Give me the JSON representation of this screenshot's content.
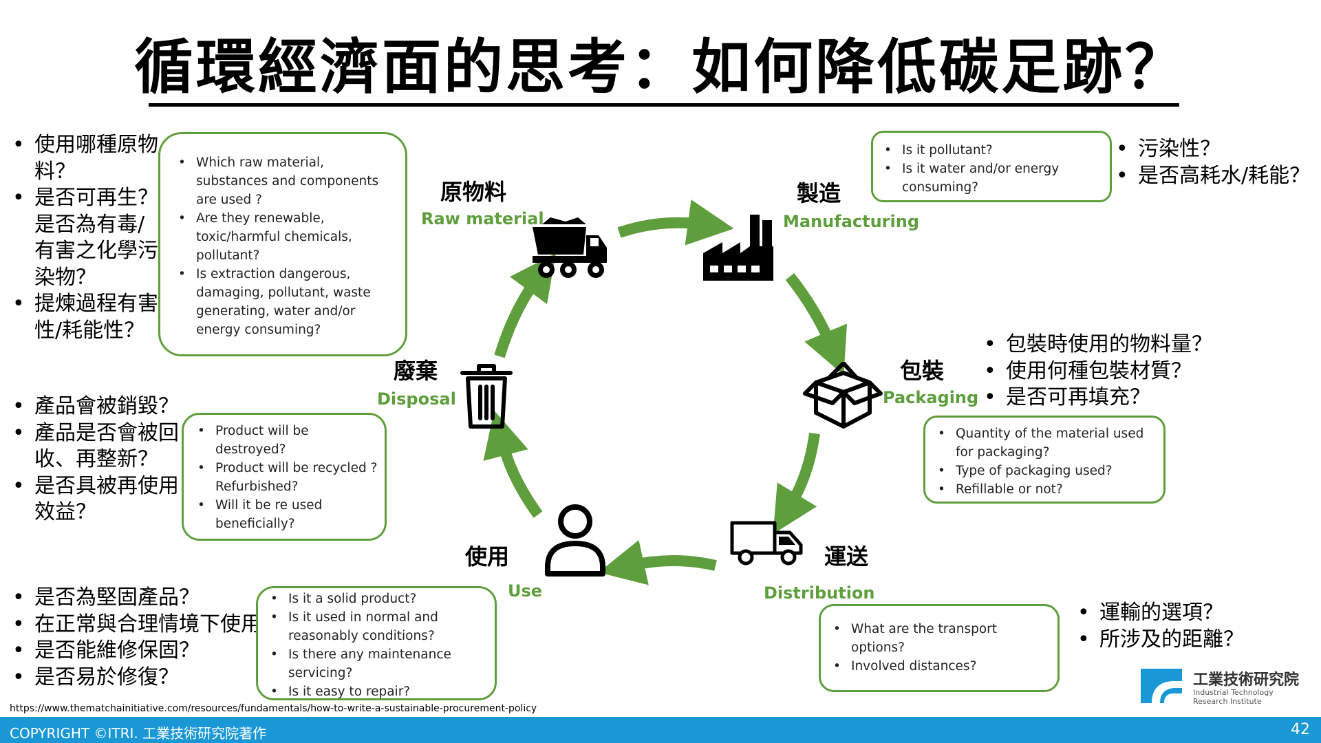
{
  "title": "循環經濟面的思考：如何降低碳足跡？",
  "stages": {
    "raw": {
      "cn": "原物料",
      "en": "Raw material"
    },
    "manufacturing": {
      "cn": "製造",
      "en": "Manufacturing"
    },
    "packaging": {
      "cn": "包裝",
      "en": "Packaging"
    },
    "distribution": {
      "cn": "運送",
      "en": "Distribution"
    },
    "use": {
      "cn": "使用",
      "en": "Use"
    },
    "disposal": {
      "cn": "廢棄",
      "en": "Disposal"
    }
  },
  "raw_cn": [
    "使用哪種原物料？",
    "是否可再生？是否為有毒/有害之化學污染物？",
    "提煉過程有害性/耗能性？"
  ],
  "raw_en": [
    "Which raw material, substances and components are used ?",
    "Are they renewable, toxic/harmful chemicals, pollutant?",
    "Is extraction dangerous, damaging, pollutant, waste generating, water and/or energy consuming?"
  ],
  "mfg_en": [
    "Is it pollutant?",
    "Is it water and/or energy consuming?"
  ],
  "mfg_cn": [
    "污染性？",
    "是否高耗水/耗能？"
  ],
  "pack_cn": [
    "包裝時使用的物料量？",
    "使用何種包裝材質？",
    "是否可再填充？"
  ],
  "pack_en": [
    "Quantity of the material used for packaging?",
    "Type of packaging used?",
    "Refillable or not?"
  ],
  "dist_en": [
    "What are the transport options?",
    "Involved distances?"
  ],
  "dist_cn": [
    "運輸的選項？",
    "所涉及的距離？"
  ],
  "use_cn": [
    "是否為堅固產品？",
    "在正常與合理情境下使用？",
    "是否能維修保固？",
    "是否易於修復？"
  ],
  "use_en": [
    "Is it a solid product?",
    "Is it used in normal and reasonably conditions?",
    "Is there any maintenance servicing?",
    "Is it easy to repair?"
  ],
  "disp_cn": [
    "產品會被銷毀？",
    "產品是否會被回收、再整新？",
    "是否具被再使用效益？"
  ],
  "disp_en": [
    "Product will be destroyed?",
    "Product will be recycled ? Refurbished?",
    "Will it be re used beneficially?"
  ],
  "icons": [
    "dump-truck-icon",
    "factory-icon",
    "box-icon",
    "delivery-truck-icon",
    "user-icon",
    "trash-can-icon"
  ],
  "colors": {
    "accent_green": "#5e9e3c",
    "footer_blue": "#1a98d5"
  },
  "source": "https://www.thematchainitiative.com/resources/fundamentals/how-to-write-a-sustainable-procurement-policy",
  "footer": {
    "copyright": "COPYRIGHT ©ITRI. 工業技術研究院著作",
    "page": "42"
  },
  "logo": {
    "name": "工業技術研究院",
    "en": "Industrial Technology Research Institute"
  }
}
